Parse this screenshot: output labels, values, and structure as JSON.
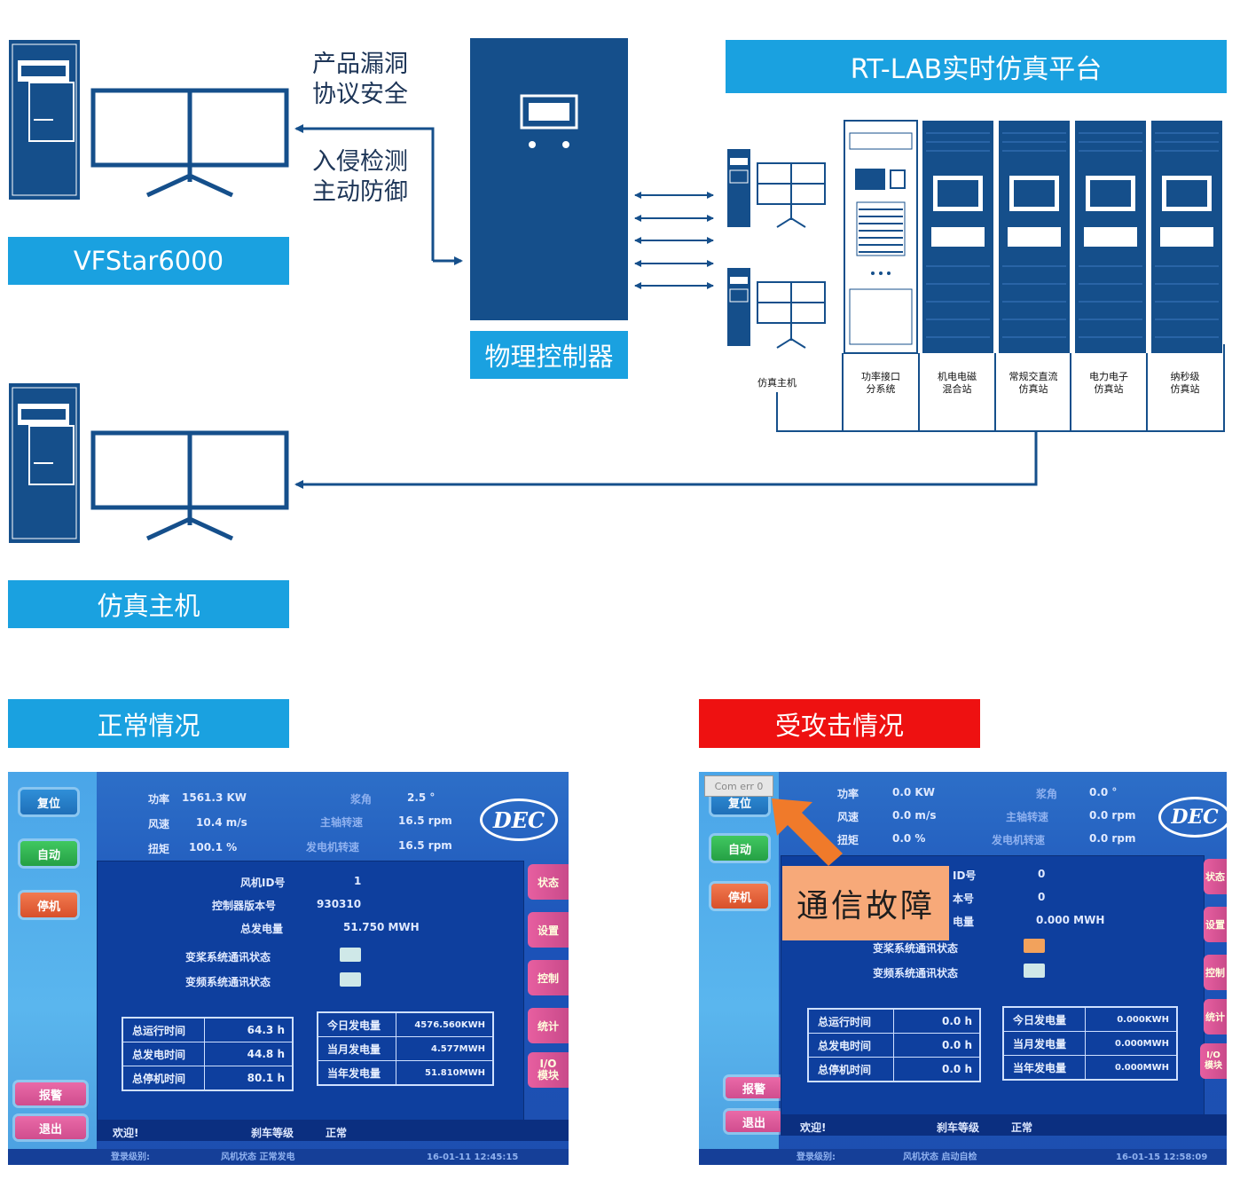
{
  "labels": {
    "vfstar": "VFStar6000",
    "controller": "物理控制器",
    "rtlab": "RT-LAB实时仿真平台",
    "sim_host": "仿真主机",
    "normal": "正常情况",
    "attack": "受攻击情况"
  },
  "annotations": {
    "line1": "产品漏洞",
    "line2": "协议安全",
    "line3": "入侵检测",
    "line4": "主动防御"
  },
  "equipment": [
    {
      "label": "仿真主机"
    },
    {
      "label": "功率接口\n分系统"
    },
    {
      "label": "机电电磁\n混合站"
    },
    {
      "label": "常规交直流\n仿真站"
    },
    {
      "label": "电力电子\n仿真站"
    },
    {
      "label": "纳秒级\n仿真站"
    }
  ],
  "colors": {
    "navy": "#154f8b",
    "blue_label": "#1aa1e0",
    "red_label": "#ee1111",
    "callout": "#f7a979",
    "arrow": "#f07a2a"
  },
  "hmi_normal": {
    "buttons": [
      "复位",
      "自动",
      "停机",
      "报警",
      "退出"
    ],
    "tabs": [
      "状态",
      "设置",
      "控制",
      "统计",
      "I/O\n模块"
    ],
    "top_left": [
      {
        "label": "功率",
        "value": "1561.3 KW"
      },
      {
        "label": "风速",
        "value": "10.4 m/s"
      },
      {
        "label": "扭矩",
        "value": "100.1 %"
      }
    ],
    "top_right": [
      {
        "label": "浆角",
        "value": "2.5 °"
      },
      {
        "label": "主轴转速",
        "value": "16.5 rpm"
      },
      {
        "label": "发电机转速",
        "value": "16.5 rpm"
      }
    ],
    "logo": "DEC",
    "info": [
      {
        "label": "风机ID号",
        "value": "1"
      },
      {
        "label": "控制器版本号",
        "value": "930310"
      },
      {
        "label": "总发电量",
        "value": "51.750  MWH"
      }
    ],
    "status_rows": [
      "变桨系统通讯状态",
      "变频系统通讯状态"
    ],
    "table_left": [
      {
        "label": "总运行时间",
        "value": "64.3  h"
      },
      {
        "label": "总发电时间",
        "value": "44.8  h"
      },
      {
        "label": "总停机时间",
        "value": "80.1  h"
      }
    ],
    "table_right": [
      {
        "label": "今日发电量",
        "value": "4576.560KWH"
      },
      {
        "label": "当月发电量",
        "value": "4.577MWH"
      },
      {
        "label": "当年发电量",
        "value": "51.810MWH"
      }
    ],
    "status_bar": {
      "left": "欢迎!",
      "mid_label": "刹车等级",
      "mid_value": "正常"
    },
    "bottom_bar": {
      "left": "登录级别:",
      "mid": "风机状态  正常发电",
      "time": "16-01-11 12:45:15"
    }
  },
  "hmi_attack": {
    "buttons": [
      "复位",
      "自动",
      "停机",
      "报警",
      "退出"
    ],
    "tabs": [
      "状态",
      "设置",
      "控制",
      "统计",
      "I/O\n模块"
    ],
    "top_left": [
      {
        "label": "功率",
        "value": "0.0 KW"
      },
      {
        "label": "风速",
        "value": "0.0 m/s"
      },
      {
        "label": "扭矩",
        "value": "0.0 %"
      }
    ],
    "top_right": [
      {
        "label": "浆角",
        "value": "0.0 °"
      },
      {
        "label": "主轴转速",
        "value": "0.0 rpm"
      },
      {
        "label": "发电机转速",
        "value": "0.0 rpm"
      }
    ],
    "logo": "DEC",
    "comm_error": "Com err 0",
    "callout": "通信故障",
    "info": [
      {
        "label": "ID号",
        "value": "0"
      },
      {
        "label": "本号",
        "value": "0"
      },
      {
        "label": "电量",
        "value": "0.000  MWH"
      }
    ],
    "status_rows": [
      "变桨系统通讯状态",
      "变频系统通讯状态"
    ],
    "table_left": [
      {
        "label": "总运行时间",
        "value": "0.0  h"
      },
      {
        "label": "总发电时间",
        "value": "0.0  h"
      },
      {
        "label": "总停机时间",
        "value": "0.0  h"
      }
    ],
    "table_right": [
      {
        "label": "今日发电量",
        "value": "0.000KWH"
      },
      {
        "label": "当月发电量",
        "value": "0.000MWH"
      },
      {
        "label": "当年发电量",
        "value": "0.000MWH"
      }
    ],
    "status_bar": {
      "left": "欢迎!",
      "mid_label": "刹车等级",
      "mid_value": "正常"
    },
    "bottom_bar": {
      "left": "登录级别:",
      "mid": "风机状态  启动自检",
      "time": "16-01-15 12:58:09"
    }
  }
}
